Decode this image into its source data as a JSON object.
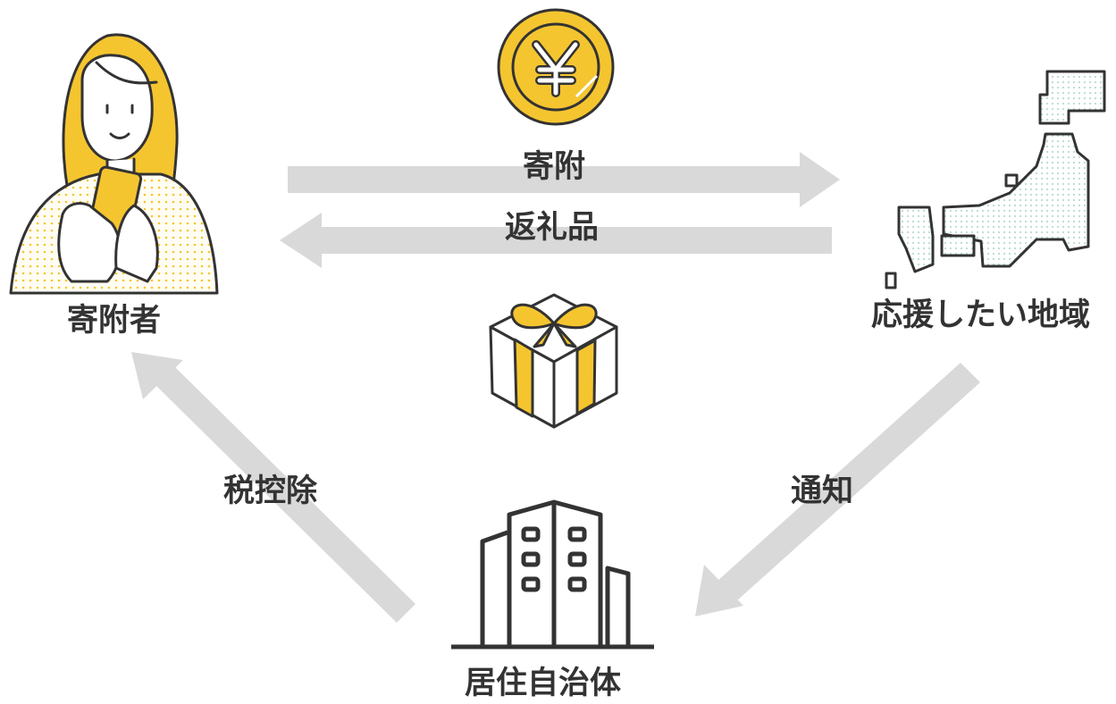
{
  "nodes": {
    "donor": {
      "label": "寄附者"
    },
    "region": {
      "label": "応援したい地域"
    },
    "home": {
      "label": "居住自治体"
    }
  },
  "flows": {
    "donation": {
      "label": "寄附"
    },
    "gift": {
      "label": "返礼品"
    },
    "tax": {
      "label": "税控除"
    },
    "notify": {
      "label": "通知"
    }
  },
  "icons": {
    "coin": "yen-coin-icon",
    "gift": "gift-box-icon",
    "map": "japan-map-icon",
    "building": "city-hall-building-icon",
    "person": "woman-with-smartphone-icon"
  },
  "colors": {
    "accent": "#f5c530",
    "arrow": "#d9d9d9",
    "line": "#333333",
    "map_fill": "#cfe8e0"
  }
}
